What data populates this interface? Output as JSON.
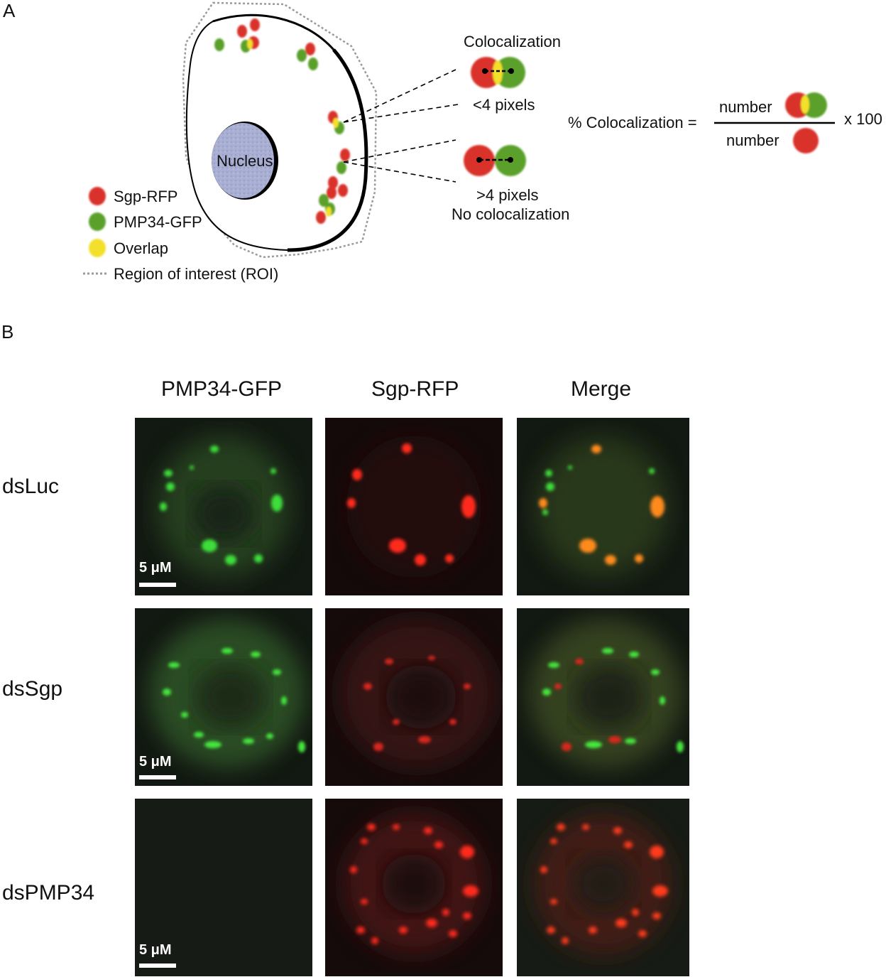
{
  "panel_a": {
    "letter": "A",
    "nucleus_label": "Nucleus",
    "legend": {
      "sgp_rfp": "Sgp-RFP",
      "pmp34_gfp": "PMP34-GFP",
      "overlap": "Overlap",
      "roi": "Region of interest (ROI)"
    },
    "colocalization_title": "Colocalization",
    "lt_pixels": "<4 pixels",
    "gt_pixels": ">4 pixels",
    "no_colocalization": "No colocalization",
    "formula": {
      "lhs": "% Colocalization =",
      "numerator": "number",
      "denominator": "number",
      "multiplier": "x 100"
    }
  },
  "panel_b": {
    "letter": "B",
    "columns": [
      "PMP34-GFP",
      "Sgp-RFP",
      "Merge"
    ],
    "rows": [
      "dsLuc",
      "dsSgp",
      "dsPMP34"
    ],
    "scale_label": "5 μM"
  },
  "colors": {
    "red": "#d8322a",
    "green": "#5aa02c",
    "yellow": "#f2e02a",
    "nucleus": "#aab0d4",
    "micro_bg": "#121812"
  }
}
